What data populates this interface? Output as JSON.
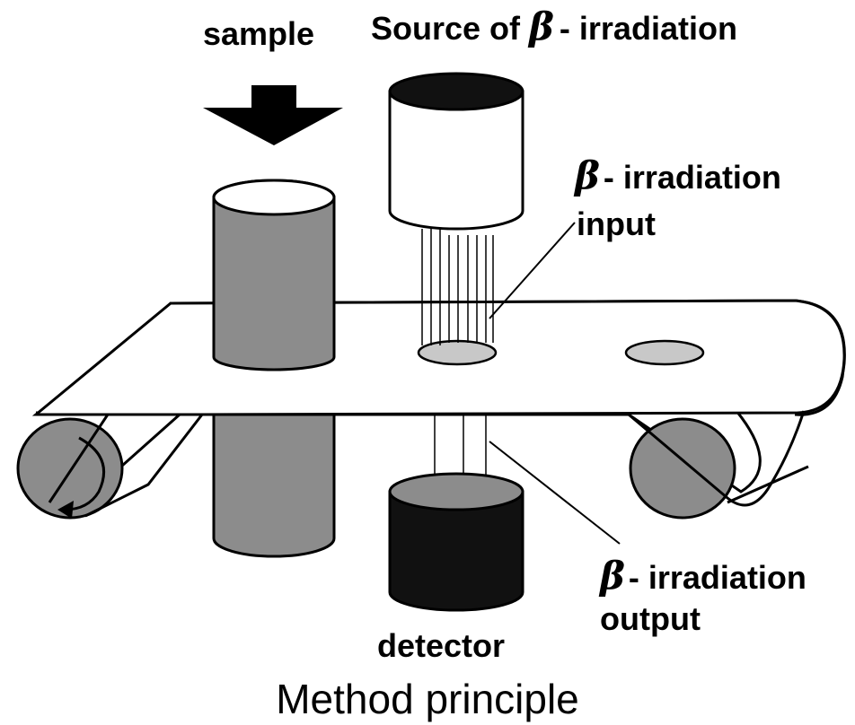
{
  "labels": {
    "sample": "sample",
    "source_prefix": "Source of ",
    "beta_symbol": "β",
    "irradiation_suffix": "- irradiation",
    "input_line2": "input",
    "output_line2": "output",
    "detector": "detector",
    "caption": "Method principle"
  },
  "colors": {
    "cylinder_gray": "#8c8c8c",
    "hole_gray": "#c8c8c8",
    "dark": "#111111",
    "stroke": "#000000"
  },
  "icons": {
    "sample_arrow": "down-arrow-icon",
    "roller_rotation": "rotate-arrow-icon"
  }
}
